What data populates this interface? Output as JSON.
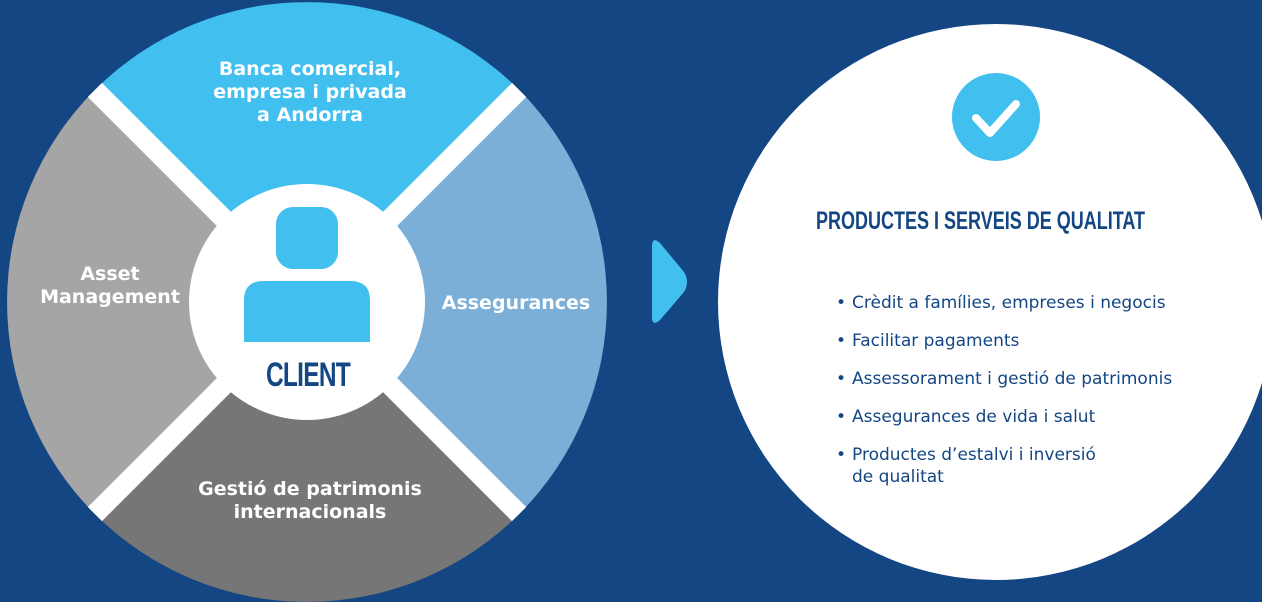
{
  "wheel": {
    "top_label": "Banca comercial,\nempresa i privada\na Andorra",
    "left_label": "Asset\nManagement",
    "right_label": "Assegurances",
    "bottom_label": "Gestió de patrimonis\ninternacionals",
    "center_label": "CLIENT",
    "colors": {
      "top": "#41bfee",
      "left": "#a5a5a5",
      "right": "#7bafd8",
      "bottom": "#767676",
      "center": "#ffffff",
      "background": "#134683"
    },
    "center_icon": "user-icon"
  },
  "arrow_icon": "chevron-right-icon",
  "products": {
    "check_icon": "checkmark-icon",
    "title": "PRODUCTES I SERVEIS DE QUALITAT",
    "items": [
      "Crèdit a famílies, empreses i negocis",
      "Facilitar pagaments",
      "Assessorament i gestió de patrimonis",
      "Assegurances de vida i salut",
      "Productes d’estalvi i inversió\nde qualitat"
    ]
  }
}
